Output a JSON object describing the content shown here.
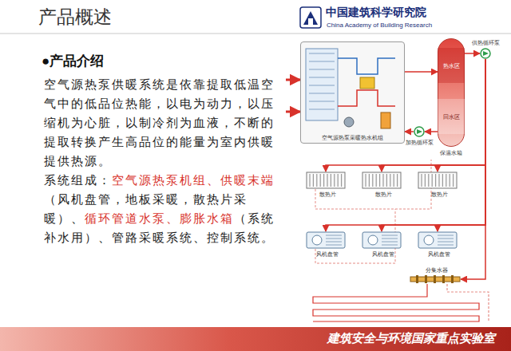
{
  "diagram": {
    "title": "产品概述",
    "nodes": [
      {
        "text": [
          "空气源热泵采暖热水机组"
        ]
      },
      {
        "text": [
          "保温水箱"
        ]
      },
      {
        "text": [
          "热水区"
        ],
        "in": 1
      },
      {
        "text": [
          "回水区"
        ],
        "in": 1
      },
      {
        "text": [
          "供热循环泵"
        ]
      },
      {
        "text": [
          "加热循环泵"
        ]
      },
      {
        "text": [
          "散热片"
        ]
      },
      {
        "text": [
          "散热片"
        ]
      },
      {
        "text": [
          "散热片"
        ]
      },
      {
        "text": [
          "风机盘管"
        ]
      },
      {
        "text": [
          "风机盘管"
        ]
      },
      {
        "text": [
          "风机盘管"
        ]
      },
      {
        "text": [
          "分集水器"
        ]
      }
    ],
    "edges": [
      {
        "from": 0,
        "to": 1,
        "arrow": "to"
      },
      {
        "from": 1,
        "to": 4,
        "arrow": "to"
      },
      {
        "from": 1,
        "to": 5,
        "arrow": "to"
      },
      {
        "from": 5,
        "to": 0,
        "arrow": "to"
      },
      {
        "from": 4,
        "to": 6,
        "arrow": "to"
      },
      {
        "from": 4,
        "to": 7,
        "arrow": "to"
      },
      {
        "from": 4,
        "to": 8,
        "arrow": "to"
      },
      {
        "from": 4,
        "to": 9,
        "arrow": "to"
      },
      {
        "from": 4,
        "to": 10,
        "arrow": "to"
      },
      {
        "from": 4,
        "to": 11,
        "arrow": "to"
      },
      {
        "from": 4,
        "to": 12,
        "arrow": "to"
      }
    ],
    "labels": [
      "中国建筑科学研究院",
      "China Academy of Building Research",
      "●产品介绍",
      "空气源热泵供暖系统是依靠提取低温空气中的低品位热能，以电为动力，以压缩机为心脏，以制冷剂为血液，不断的提取转换产生高品位的能量为室内供暖提供热源。",
      "系统组成：",
      "空气源热泵机组、供暖末端",
      "（风机盘管，地板采暖，散热片采暖）、",
      "循环管道水泵、膨胀水箱",
      "（系统补水用）、管路采暖系统、控制系统。",
      "建筑安全与环境国家重点实验室"
    ]
  }
}
